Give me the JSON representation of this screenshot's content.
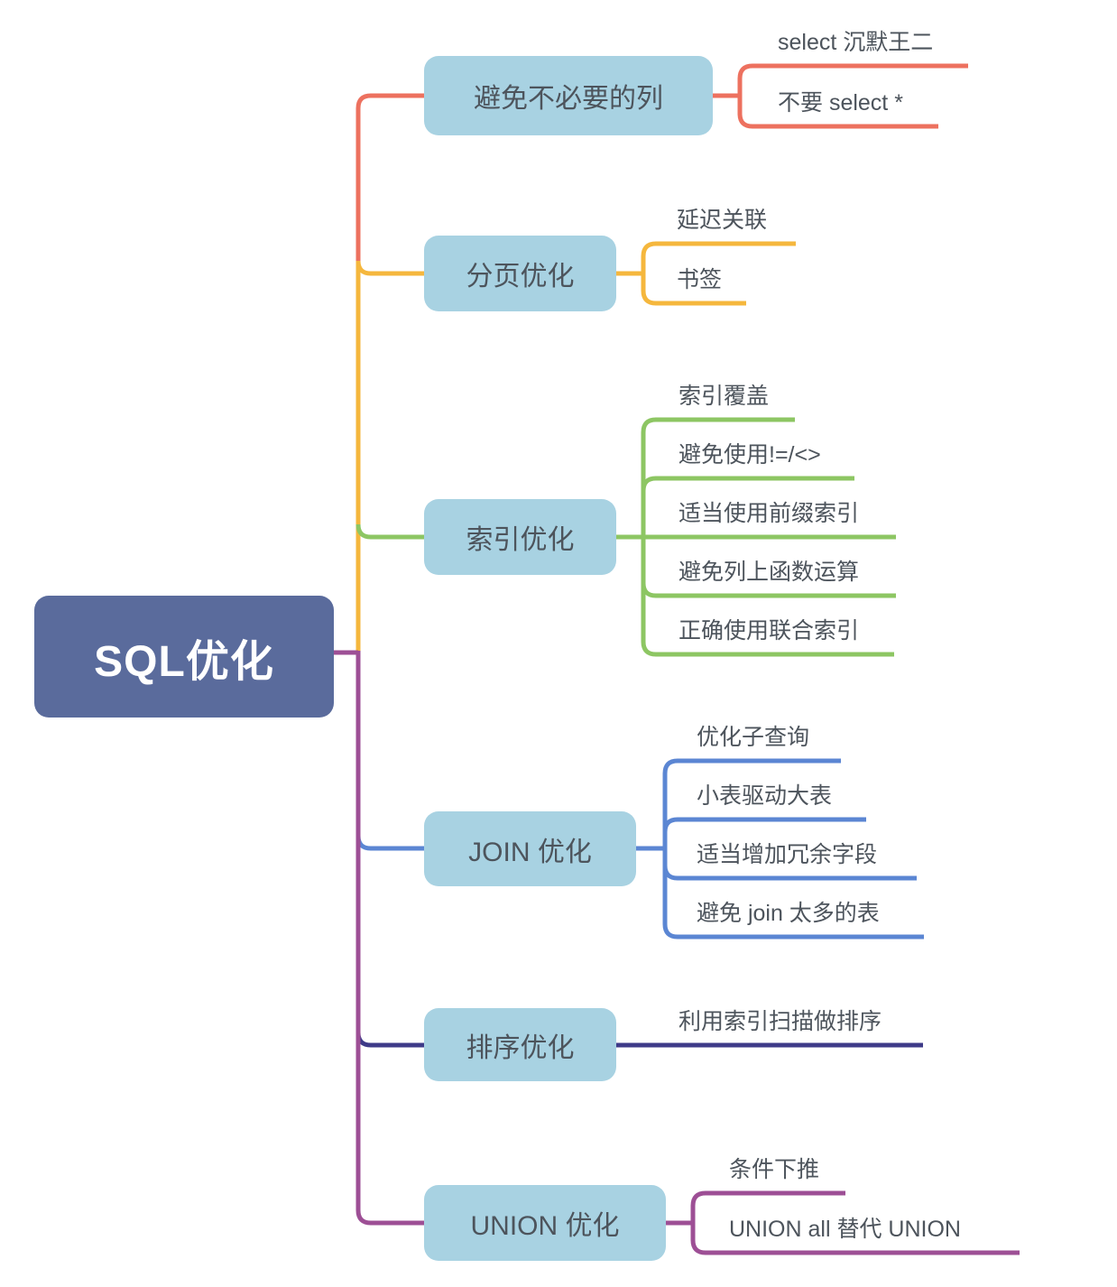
{
  "root": {
    "label": "SQL优化"
  },
  "branches": [
    {
      "label": "避免不必要的列",
      "color": "#ed715f",
      "children": [
        "select 沉默王二",
        "不要 select *"
      ]
    },
    {
      "label": "分页优化",
      "color": "#f5b73d",
      "children": [
        "延迟关联",
        "书签"
      ]
    },
    {
      "label": "索引优化",
      "color": "#8dc663",
      "children": [
        "索引覆盖",
        "避免使用!=/<>",
        "适当使用前缀索引",
        "避免列上函数运算",
        "正确使用联合索引"
      ]
    },
    {
      "label": "JOIN 优化",
      "color": "#5b86d3",
      "children": [
        "优化子查询",
        "小表驱动大表",
        "适当增加冗余字段",
        "避免 join 太多的表"
      ]
    },
    {
      "label": "排序优化",
      "color": "#3e3a88",
      "children": [
        "利用索引扫描做排序"
      ]
    },
    {
      "label": "UNION 优化",
      "color": "#9d4f95",
      "children": [
        "条件下推",
        "UNION all 替代 UNION"
      ]
    }
  ],
  "colors": {
    "background": "#ffffff",
    "root_fill": "#5a6b9c",
    "root_text": "#ffffff",
    "topic_fill": "#a8d2e2",
    "text": "#4d545c"
  }
}
